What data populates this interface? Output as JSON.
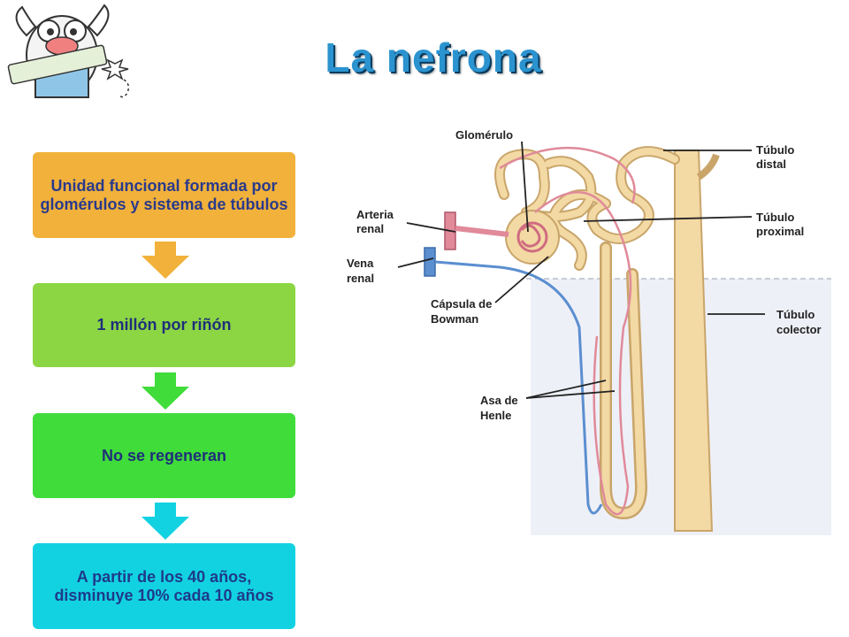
{
  "title": "La nefrona",
  "flow": [
    {
      "text": "Unidad funcional formada por glomérulos y sistema de túbulos",
      "color": "#f1b13a"
    },
    {
      "text": "1 millón por riñón",
      "color": "#8cd644"
    },
    {
      "text": "No se regeneran",
      "color": "#3fdc3a"
    },
    {
      "text": "A partir de los 40 años, disminuye 10% cada 10 años",
      "color": "#12d2e2"
    }
  ],
  "arrow_colors": [
    "#f1b13a",
    "#3fdc3a",
    "#12d2e2"
  ],
  "diagram_labels": {
    "glomerulo": "Glomérulo",
    "tubulo_distal_1": "Túbulo",
    "tubulo_distal_2": "distal",
    "arteria_1": "Arteria",
    "arteria_2": "renal",
    "tubulo_proximal_1": "Túbulo",
    "tubulo_proximal_2": "proximal",
    "vena_1": "Vena",
    "vena_2": "renal",
    "capsula_1": "Cápsula de",
    "capsula_2": "Bowman",
    "tubulo_colector_1": "Túbulo",
    "tubulo_colector_2": "colector",
    "asa_1": "Asa de",
    "asa_2": "Henle"
  },
  "colors": {
    "title": "#2b93cf",
    "tubule": "#f3d9a4",
    "tubule_outline": "#c9a56a",
    "artery": "#e08a9a",
    "vein": "#5b8fd0"
  }
}
